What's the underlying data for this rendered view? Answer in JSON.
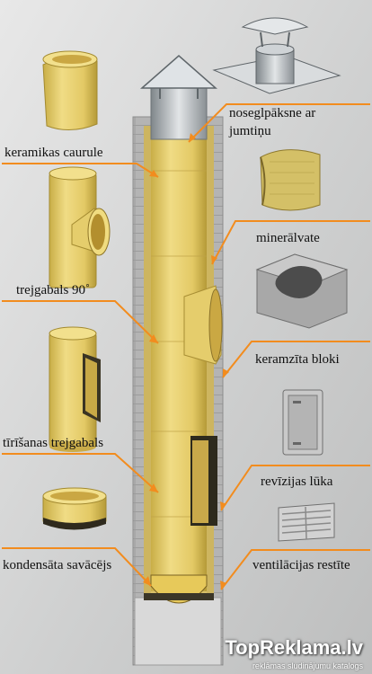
{
  "labels": {
    "ceramic_pipe": "keramikas caurule",
    "tee_90": "trejgabals 90˚",
    "cleaning_tee": "tīrīšanas trejgabals",
    "condensate_collector": "kondensāta savācējs",
    "rain_cap": "noseglpāksne ar jumtiņu",
    "rain_cap_line1": "noseglpāksne ar",
    "rain_cap_line2": "jumtiņu",
    "mineral_wool": "minerālvate",
    "expanded_clay_blocks": "keramzīta bloki",
    "inspection_hatch": "revīzijas lūka",
    "ventilation_grille": "ventilācijas restīte"
  },
  "watermark": {
    "brand": "TopReklama.lv",
    "tagline": "reklāmas sludinājumu katalogs"
  },
  "colors": {
    "background": "#cfd0d0",
    "ceramic": "#e7cf6f",
    "ceramic_shadow": "#b99f3c",
    "block": "#b9b9b9",
    "block_light": "#d6d6d6",
    "arrow": "#f28c1e",
    "metal": "#9aa0a4"
  }
}
